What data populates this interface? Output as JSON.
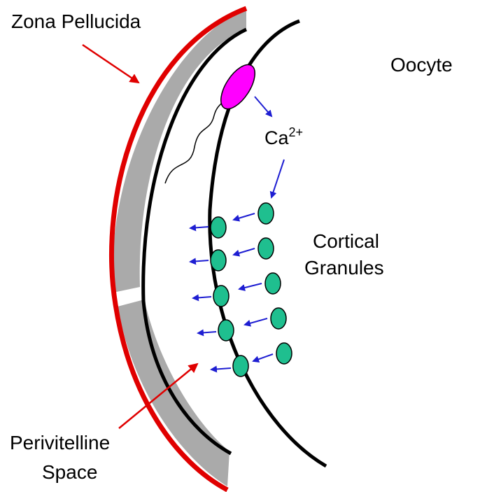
{
  "labels": {
    "zona_pellucida": "Zona Pellucida",
    "oocyte": "Oocyte",
    "calcium_base": "Ca",
    "calcium_sup": "2+",
    "cortical_line1": "Cortical",
    "cortical_line2": "Granules",
    "perivitelline_line1": "Perivitelline",
    "perivitelline_line2": "Space"
  },
  "colors": {
    "zona_outline": "#e00000",
    "zona_fill": "#aaaaaa",
    "membrane": "#000000",
    "sperm_head": "#ff00ff",
    "granule": "#1fbf8f",
    "ca_arrows": "#1e1ed2",
    "label_arrows": "#e00000",
    "background": "#ffffff"
  },
  "granule_count": 10
}
